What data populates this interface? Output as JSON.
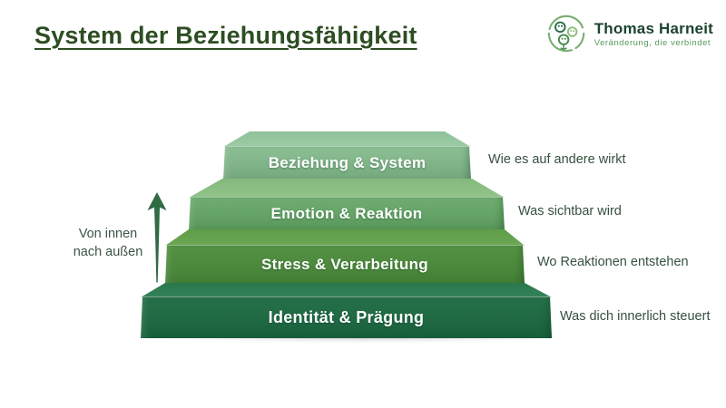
{
  "page": {
    "title": "System der Beziehungsfähigkeit"
  },
  "logo": {
    "name": "Thomas Harneit",
    "tagline": "Veränderung, die verbindet",
    "icon": "people-circle-icon"
  },
  "axis": {
    "line1": "Von innen",
    "line2": "nach außen",
    "icon": "up-arrow-icon"
  },
  "pyramid": {
    "levels": [
      {
        "label": "Beziehung & System",
        "annotation": "Wie es auf andere wirkt",
        "front_color": "#7fb287",
        "top_color": "#96c69e"
      },
      {
        "label": "Emotion & Reaktion",
        "annotation": "Was sichtbar wird",
        "front_color": "#62a064",
        "top_color": "#8abc82"
      },
      {
        "label": "Stress & Verarbeitung",
        "annotation": "Wo Reaktionen entstehen",
        "front_color": "#4a873b",
        "top_color": "#66a24f"
      },
      {
        "label": "Identität & Prägung",
        "annotation": "Was dich innerlich steuert",
        "front_color": "#1e6742",
        "top_color": "#2e7a51"
      }
    ]
  },
  "colors": {
    "title_text": "#2d4d22",
    "annotation_text": "#36503f",
    "logo_name_text": "#1c432e",
    "logo_tagline_text": "#569a5b",
    "arrow": "#2f6b44",
    "level_label_text": "#ffffff",
    "background": "#ffffff"
  }
}
